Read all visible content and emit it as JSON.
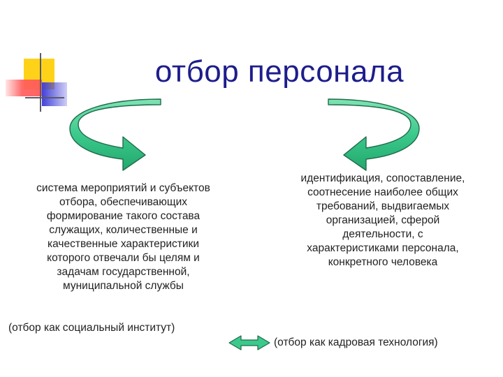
{
  "title": "отбор персонала",
  "left": {
    "lines": [
      "система мероприятий и субъектов",
      "отбора, обеспечивающих",
      "формирование такого состава",
      "служащих, количественные и",
      "качественные характеристики",
      "которого отвечали бы целям и",
      "задачам государственной,",
      "муниципальной службы"
    ],
    "caption": "(отбор как социальный институт)"
  },
  "right": {
    "lines": [
      "идентификация, сопоставление,",
      "соотнесение наиболее общих",
      "требований, выдвигаемых",
      "организацией, сферой",
      "деятельности, с",
      "характеристиками персонала,",
      "конкретного человека"
    ],
    "caption": "(отбор как кадровая технология)"
  },
  "colors": {
    "title": "#1d1d8c",
    "arrow_fill": "#3cc98c",
    "arrow_stroke": "#1f6b4a",
    "square_yellow": "#ffd21a",
    "square_red": "#ff5a5a",
    "square_blue": "#4040d8",
    "line": "#9a9a9a"
  },
  "icons": {
    "corner": "decorative-squares-icon",
    "left_arrow": "curved-arrow-left-icon",
    "right_arrow": "curved-arrow-right-icon",
    "double_arrow": "double-arrow-icon"
  }
}
